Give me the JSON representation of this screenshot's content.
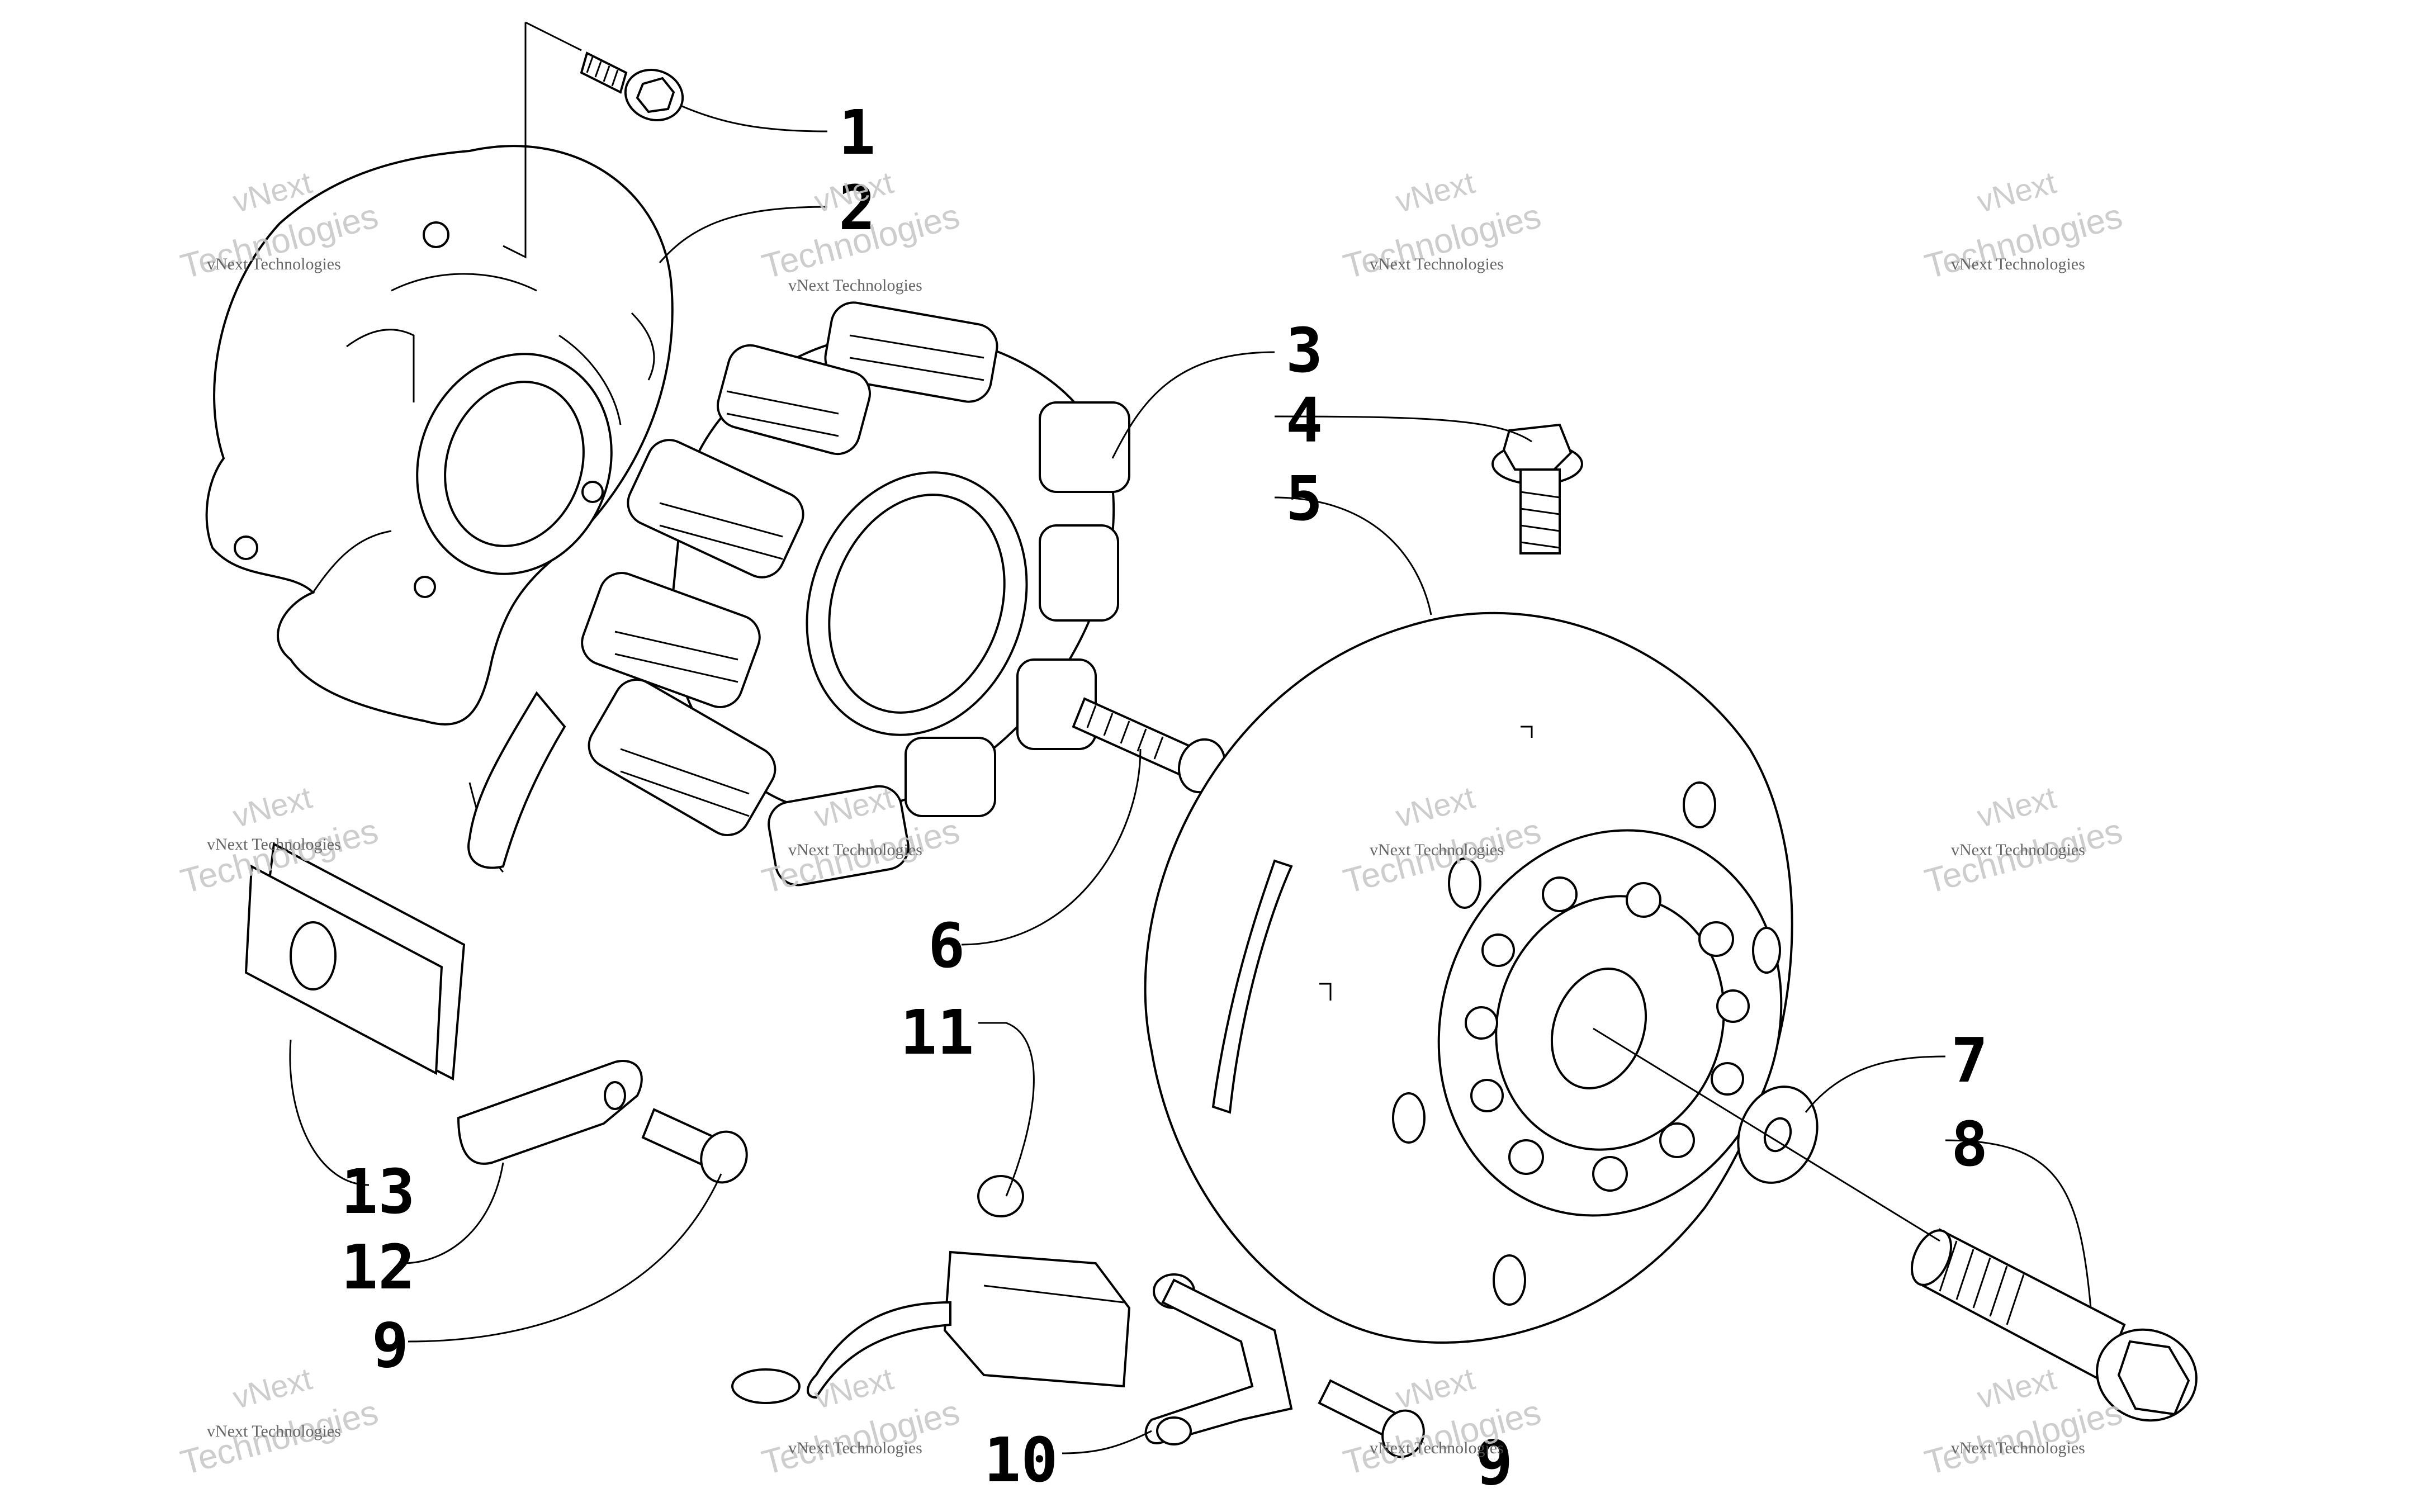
{
  "callouts": {
    "c1": "1",
    "c2": "2",
    "c3": "3",
    "c4": "4",
    "c5": "5",
    "c6": "6",
    "c7": "7",
    "c8": "8",
    "c9a": "9",
    "c9b": "9",
    "c10": "10",
    "c11": "11",
    "c12": "12",
    "c13": "13"
  },
  "watermark": {
    "line1": "vNext Technologies",
    "line2a": "vNext",
    "line2b": "Technologies"
  }
}
